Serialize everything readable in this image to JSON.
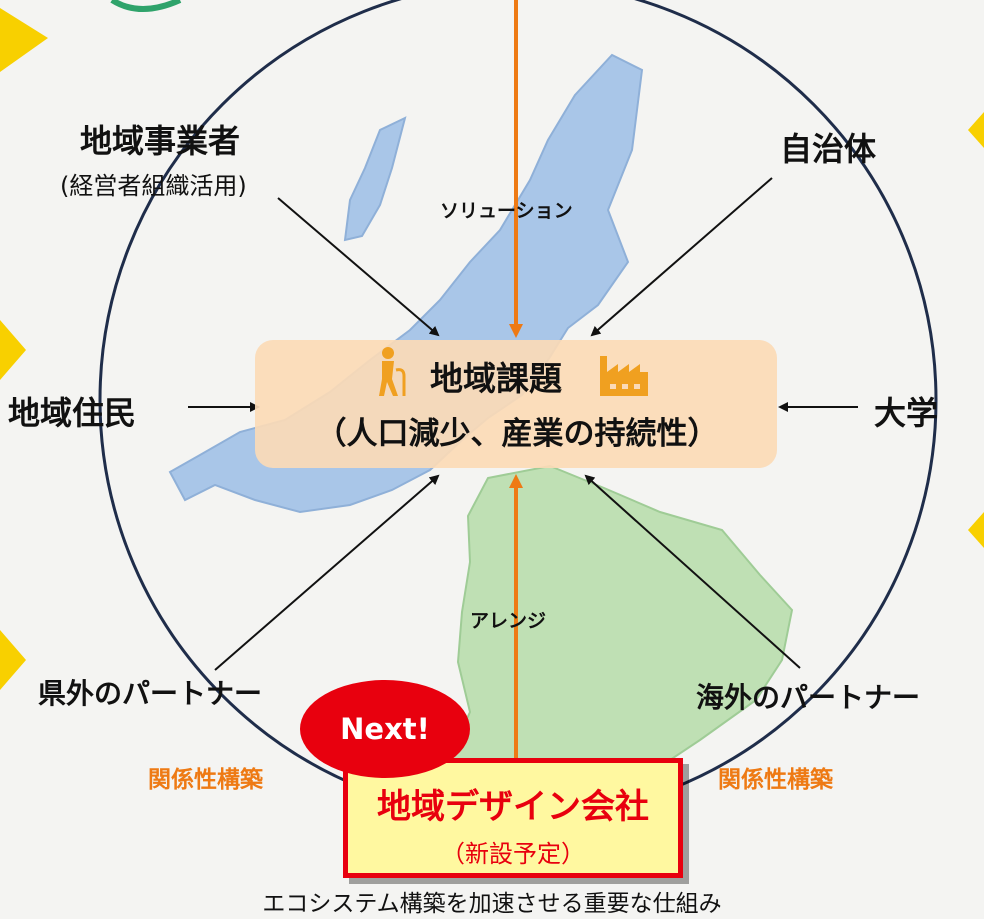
{
  "center": {
    "title": "地域課題",
    "subtitle": "（人口減少、産業の持続性）",
    "left_icon": "elderly-person-icon",
    "right_icon": "factory-icon"
  },
  "nodes": {
    "business": {
      "title": "地域事業者",
      "sub": "(経営者組織活用)"
    },
    "government": "自治体",
    "residents": "地域住民",
    "university": "大学",
    "partner_domestic": "県外のパートナー",
    "partner_overseas": "海外のパートナー"
  },
  "arrow_labels": {
    "solution": "ソリューション",
    "arrange": "アレンジ"
  },
  "relationship_left": "関係性構築",
  "relationship_right": "関係性構築",
  "next_badge": "Next!",
  "company": {
    "title": "地域デザイン会社",
    "note": "（新設予定）"
  },
  "caption": "エコシステム構築を加速させる重要な仕組み",
  "colors": {
    "accent_orange": "#ee7a14",
    "badge_red": "#e8000e",
    "box_yellow": "#fff8a0",
    "center_peach": "#fbdab6",
    "north_map": "#a9c6e8",
    "south_map": "#bfe0b4",
    "circle": "#1f2d4a"
  }
}
